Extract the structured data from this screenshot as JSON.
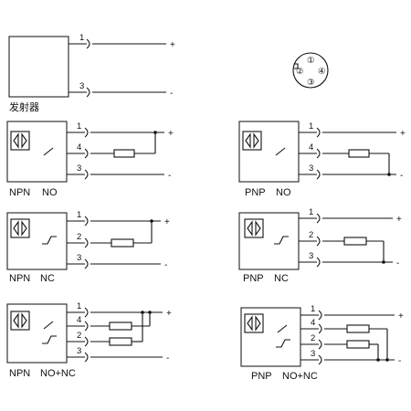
{
  "emitter": {
    "label": "发射器",
    "pin1": "1",
    "pin3": "3",
    "plus": "+",
    "minus": "-"
  },
  "connector": {
    "pins": [
      "①",
      "②",
      "③",
      "④"
    ]
  },
  "diagrams": [
    {
      "id": "npn-no",
      "type": "NPN",
      "output": "NO",
      "pins": [
        "1",
        "4",
        "3"
      ],
      "plus": "+",
      "minus": "-"
    },
    {
      "id": "pnp-no",
      "type": "PNP",
      "output": "NO",
      "pins": [
        "1",
        "4",
        "3"
      ],
      "plus": "+",
      "minus": "-"
    },
    {
      "id": "npn-nc",
      "type": "NPN",
      "output": "NC",
      "pins": [
        "1",
        "2",
        "3"
      ],
      "plus": "+",
      "minus": "-"
    },
    {
      "id": "pnp-nc",
      "type": "PNP",
      "output": "NC",
      "pins": [
        "1",
        "2",
        "3"
      ],
      "plus": "+",
      "minus": "-"
    },
    {
      "id": "npn-nonc",
      "type": "NPN",
      "output": "NO+NC",
      "pins": [
        "1",
        "4",
        "2",
        "3"
      ],
      "plus": "+",
      "minus": "-"
    },
    {
      "id": "pnp-nonc",
      "type": "PNP",
      "output": "NO+NC",
      "pins": [
        "1",
        "4",
        "2",
        "3"
      ],
      "plus": "+",
      "minus": "-"
    }
  ]
}
